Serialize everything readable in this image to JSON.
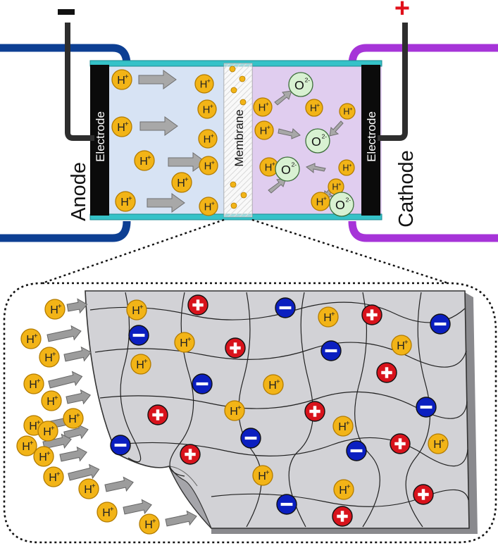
{
  "labels": {
    "anode": "Anode",
    "cathode": "Cathode",
    "electrode_left": "Electrode",
    "electrode_right": "Electrode",
    "membrane": "Membrane",
    "minus_sign": "−",
    "plus_sign": "+"
  },
  "ions": {
    "proton": "H",
    "proton_charge": "+",
    "oxide": "O",
    "oxide_charge": "2-"
  },
  "colors": {
    "anode_wire": "#0d3f93",
    "cathode_wire": "#a634d8",
    "terminal_wire": "#2e2e2e",
    "plus_sign": "#e0101a",
    "frame": "#35c2c8",
    "anode_chamber": "#d7e3f4",
    "cathode_chamber": "#e0cdef",
    "proton_fill": "#f2b417",
    "proton_stroke": "#b27b00",
    "oxide_fill": "#d8f1d2",
    "positive_fill": "#d8131c",
    "negative_fill": "#0b1fc0",
    "membrane_sheet": "#d2d2d6",
    "arrow_fill": "#9c9c9c"
  }
}
